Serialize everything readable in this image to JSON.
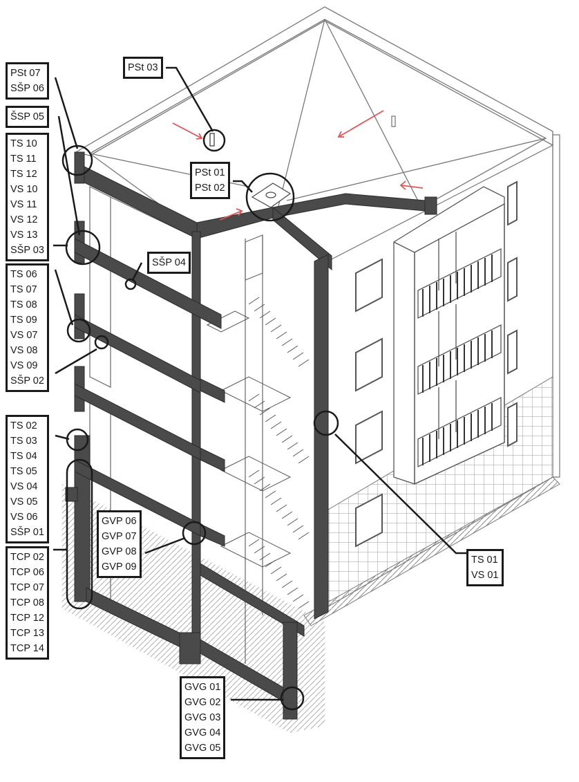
{
  "labels": {
    "pst07": [
      "PSt 07",
      "SŠP 06"
    ],
    "pst03": [
      "PSt 03"
    ],
    "ssp05": [
      "ŠSP 05"
    ],
    "ts10": [
      "TS 10",
      "TS 11",
      "TS 12",
      "VS 10",
      "VS 11",
      "VS 12",
      "VS 13",
      "SŠP 03"
    ],
    "pst01": [
      "PSt 01",
      "PSt 02"
    ],
    "ssp04": [
      "SŠP 04"
    ],
    "ts06": [
      "TS 06",
      "TS 07",
      "TS 08",
      "TS 09",
      "VS 07",
      "VS 08",
      "VS 09",
      "SŠP 02"
    ],
    "ts02": [
      "TS 02",
      "TS 03",
      "TS 04",
      "TS 05",
      "VS 04",
      "VS 05",
      "VS 06",
      "SŠP 01"
    ],
    "tcp": [
      "TCP 02",
      "TCP 06",
      "TCP 07",
      "TCP 08",
      "TCP 12",
      "TCP 13",
      "TCP 14"
    ],
    "gvp": [
      "GVP 06",
      "GVP 07",
      "GVP 08",
      "GVP 09"
    ],
    "ts01": [
      "TS 01",
      "VS 01"
    ],
    "gvg": [
      "GVG 01",
      "GVG 02",
      "GVG 03",
      "GVG 04",
      "GVG 05"
    ]
  },
  "colors": {
    "structure": "#4a4a4a",
    "lines": "#555555",
    "arrows": "#e05555",
    "box_border": "#1a1a1a"
  }
}
